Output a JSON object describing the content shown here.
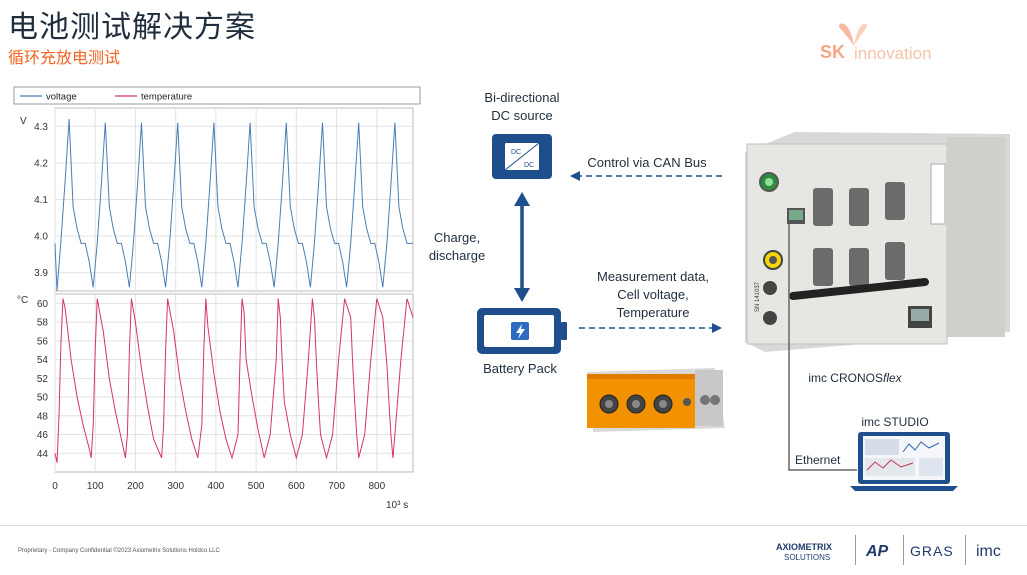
{
  "header": {
    "title": "电池测试解决方案",
    "subtitle": "循环充放电测试",
    "logo_sk": "SK",
    "logo_innovation": "innovation"
  },
  "colors": {
    "voltage": "#4a7fb5",
    "temperature": "#d6336c",
    "accent": "#f26522",
    "device_blue": "#1f4e8c"
  },
  "chart_data": [
    {
      "type": "line",
      "title": "",
      "legend": [
        "voltage",
        "temperature"
      ],
      "legend_placement": "top",
      "ylabel": "V",
      "ylim": [
        3.85,
        4.35
      ],
      "yticks": [
        "4.3",
        "4.2",
        "4.1",
        "4.0",
        "3.9"
      ],
      "xlim": [
        0,
        890
      ],
      "grid": true,
      "series": [
        {
          "name": "voltage",
          "x": [
            0,
            5,
            15,
            25,
            35,
            45,
            55,
            65,
            75,
            85,
            95,
            105,
            115,
            125,
            135,
            145,
            155,
            165,
            175,
            185,
            195,
            205,
            215,
            225,
            235,
            245,
            255,
            265,
            275,
            285,
            295,
            305,
            315,
            325,
            335,
            345,
            355,
            365,
            375,
            385,
            395,
            405,
            415,
            425,
            435,
            445,
            455,
            465,
            475,
            485,
            495,
            505,
            515,
            525,
            535,
            545,
            555,
            565,
            575,
            585,
            595,
            605,
            615,
            625,
            635,
            645,
            655,
            665,
            675,
            685,
            695,
            705,
            715,
            725,
            735,
            745,
            755,
            765,
            775,
            785,
            795,
            805,
            815,
            825,
            835,
            845,
            855,
            865,
            875,
            885,
            890
          ],
          "y": [
            3.98,
            3.85,
            3.99,
            4.15,
            4.32,
            4.08,
            4.02,
            3.98,
            3.98,
            3.93,
            3.86,
            3.98,
            4.14,
            4.31,
            4.08,
            4.02,
            3.98,
            3.98,
            3.93,
            3.86,
            3.98,
            4.14,
            4.31,
            4.08,
            4.02,
            3.98,
            3.98,
            3.93,
            3.86,
            3.98,
            4.14,
            4.31,
            4.08,
            4.02,
            3.98,
            3.98,
            3.93,
            3.86,
            3.98,
            4.14,
            4.31,
            4.08,
            4.02,
            3.98,
            3.98,
            3.93,
            3.86,
            3.98,
            4.14,
            4.31,
            4.08,
            4.02,
            3.98,
            3.98,
            3.93,
            3.86,
            3.98,
            4.14,
            4.31,
            4.08,
            4.02,
            3.98,
            3.98,
            3.93,
            3.86,
            3.98,
            4.14,
            4.31,
            4.08,
            4.02,
            3.98,
            3.98,
            3.93,
            3.86,
            3.98,
            4.14,
            4.31,
            4.08,
            4.02,
            3.98,
            3.98,
            3.93,
            3.86,
            3.98,
            4.14,
            4.31,
            4.08,
            4.02,
            3.98,
            3.98,
            3.98
          ]
        }
      ]
    },
    {
      "type": "line",
      "title": "",
      "ylabel": "°C",
      "ylim": [
        42,
        61
      ],
      "yticks": [
        "60",
        "58",
        "56",
        "54",
        "52",
        "50",
        "48",
        "46",
        "44"
      ],
      "xlim": [
        0,
        890
      ],
      "xticks": [
        "0",
        "100",
        "200",
        "300",
        "400",
        "500",
        "600",
        "700",
        "800"
      ],
      "xlabel": "10³ s",
      "grid": true,
      "series": [
        {
          "name": "temperature",
          "x": [
            0,
            5,
            10,
            15,
            20,
            25,
            40,
            55,
            70,
            85,
            90,
            95,
            100,
            105,
            120,
            135,
            150,
            165,
            175,
            180,
            185,
            190,
            200,
            215,
            230,
            245,
            265,
            270,
            275,
            280,
            295,
            310,
            325,
            340,
            355,
            365,
            370,
            375,
            380,
            395,
            410,
            425,
            440,
            455,
            460,
            465,
            470,
            475,
            490,
            505,
            520,
            535,
            550,
            555,
            560,
            565,
            570,
            585,
            600,
            615,
            630,
            640,
            645,
            650,
            655,
            660,
            675,
            690,
            705,
            720,
            735,
            740,
            745,
            750,
            755,
            770,
            785,
            800,
            815,
            825,
            830,
            835,
            840,
            845,
            860,
            875,
            890
          ],
          "y": [
            44,
            43,
            48,
            56,
            60.5,
            59.5,
            54,
            50,
            47,
            44.5,
            43.5,
            47,
            55,
            60.5,
            57,
            52,
            48.5,
            45.5,
            43.5,
            46,
            55,
            60.5,
            58,
            53,
            49,
            45.5,
            43.5,
            47,
            55,
            60.5,
            57,
            52,
            48.5,
            45.5,
            43.5,
            47,
            55,
            60.5,
            57.5,
            52.5,
            48.5,
            45.5,
            43.5,
            46,
            54,
            60.5,
            59,
            54,
            50,
            46.5,
            43.5,
            46,
            54,
            60.5,
            58.5,
            53.5,
            49.5,
            46,
            43.5,
            46,
            54,
            60.5,
            58.5,
            53.5,
            49.5,
            46,
            43.5,
            46,
            54,
            60.5,
            58.5,
            53.5,
            49.5,
            46,
            43.5,
            46,
            54,
            60.5,
            58.5,
            53.5,
            49.5,
            46,
            43.5,
            46,
            54,
            60.5,
            58.5
          ]
        }
      ]
    }
  ],
  "diagram": {
    "dc_source_label_1": "Bi-directional",
    "dc_source_label_2": "DC source",
    "dc_box_top": "DC",
    "dc_box_bottom": "DC",
    "control_label": "Control via CAN Bus",
    "charge_label_1": "Charge,",
    "charge_label_2": "discharge",
    "measure_label_1": "Measurement data,",
    "measure_label_2": "Cell voltage,",
    "measure_label_3": "Temperature",
    "battery_label": "Battery Pack",
    "cronos_label_prefix": "imc CRONOS",
    "cronos_label_suffix": "flex",
    "studio_label": "imc STUDIO",
    "ethernet_label": "Ethernet",
    "device_serial": "SN 141037"
  },
  "footer": {
    "text": "Proprietary - Company Confidential ©2023 Axiometrix Solutions Holdco LLC",
    "axiometrix_1": "AXIOMETRIX",
    "axiometrix_2": "SOLUTIONS",
    "ap": "AP",
    "gras": "GRAS",
    "imc": "imc"
  }
}
